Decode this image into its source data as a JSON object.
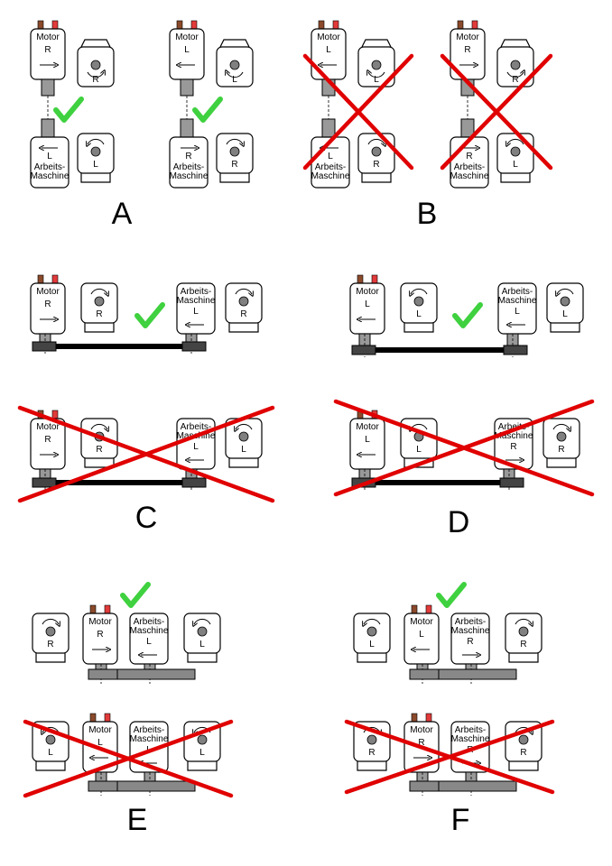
{
  "labels": {
    "motor": "Motor",
    "machine_line1": "Arbeits-",
    "machine_line2": "Maschine",
    "right": "R",
    "left": "L"
  },
  "sections": [
    {
      "letter": "A"
    },
    {
      "letter": "B"
    },
    {
      "letter": "C"
    },
    {
      "letter": "D"
    },
    {
      "letter": "E"
    },
    {
      "letter": "F"
    }
  ],
  "colors": {
    "check": "#3fd13f",
    "cross": "#e00000",
    "terminal_brown": "#8b4a2b",
    "terminal_red": "#e23a3a",
    "shaft_grey": "#999999",
    "belt_black": "#000000",
    "gear_grey": "#808080"
  }
}
